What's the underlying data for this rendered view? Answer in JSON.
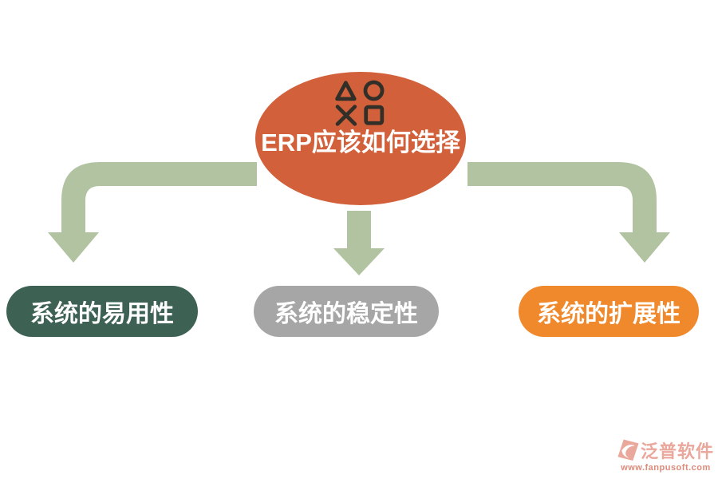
{
  "root": {
    "label": "ERP应该如何选择",
    "icon": "game-shapes-icon"
  },
  "nodes": [
    {
      "id": "usability",
      "label": "系统的易用性",
      "color": "#3D6153"
    },
    {
      "id": "stability",
      "label": "系统的稳定性",
      "color": "#A6A6A6"
    },
    {
      "id": "extensibility",
      "label": "系统的扩展性",
      "color": "#F0882C"
    }
  ],
  "colors": {
    "ellipse": "#D2613B",
    "icon": "#322E28",
    "arrow": "#B1C3A0",
    "background": "#FFFFFF",
    "node_text": "#FFFFFF",
    "watermark_brand": "#EAA79C",
    "watermark_url": "#DE8A79"
  },
  "watermark": {
    "brand": "泛普软件",
    "url": "www.fanpusoft.com",
    "icon": "fanpu-logo-icon"
  }
}
